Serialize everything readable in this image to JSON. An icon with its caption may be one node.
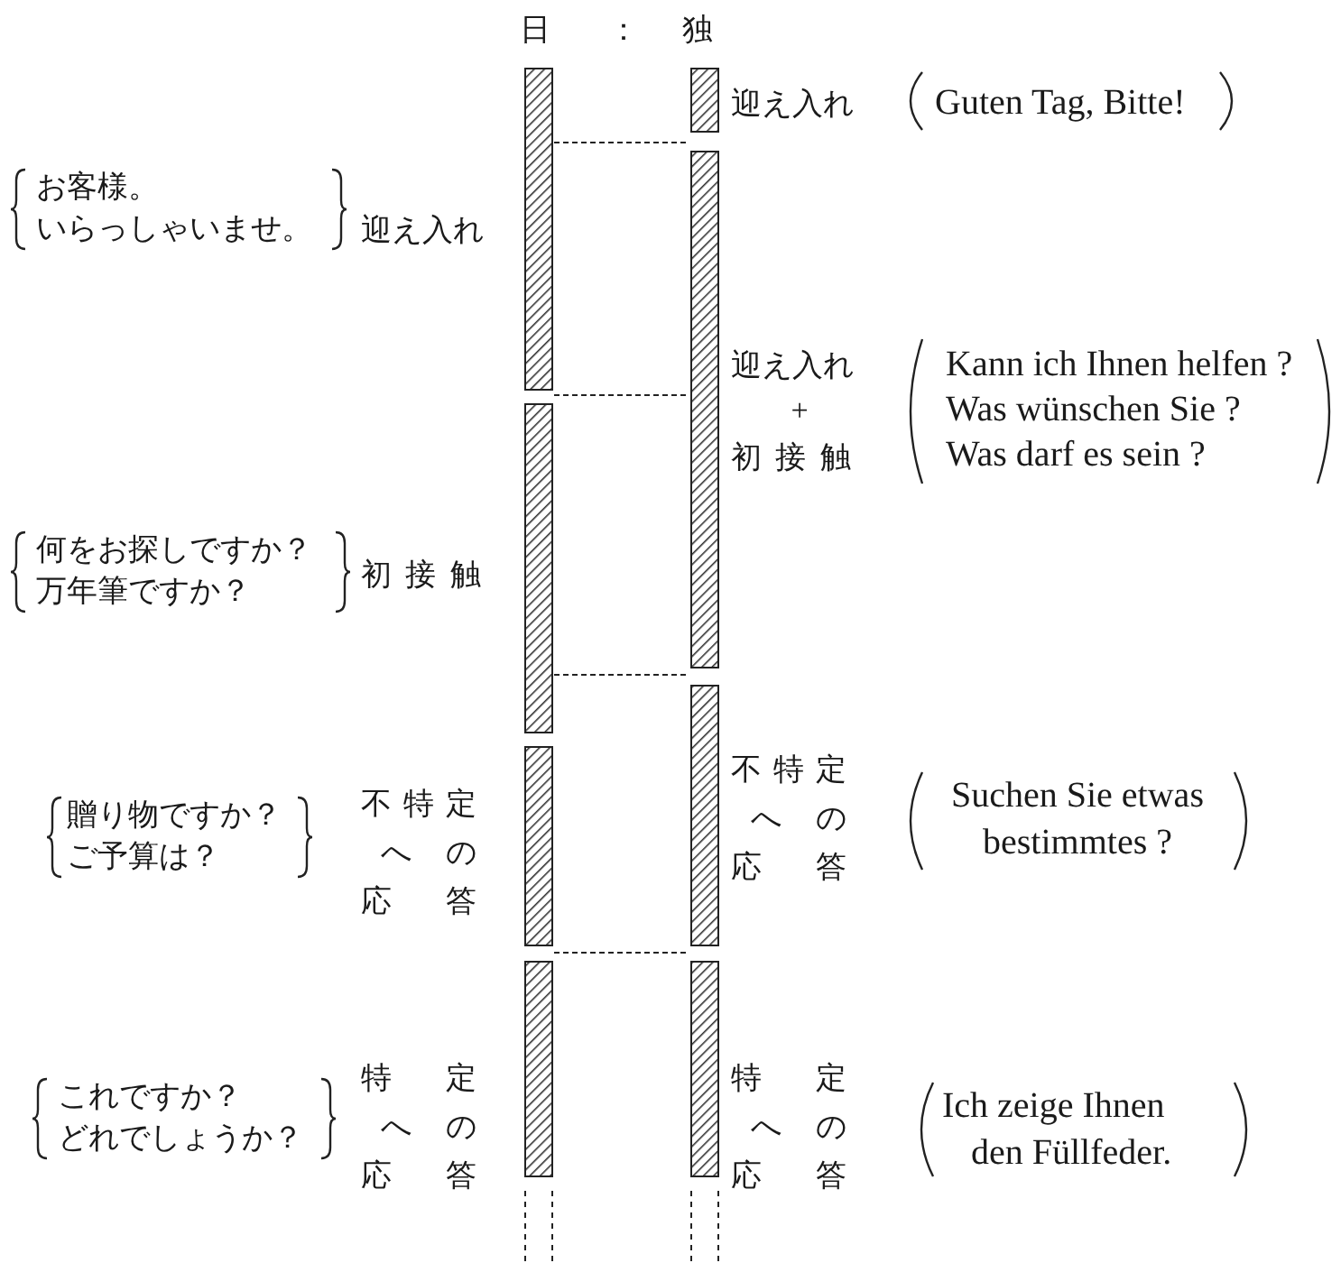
{
  "diagram": {
    "labels": [
      "日",
      "：",
      "独",
      "迎え入れ",
      "Guten Tag, Bitte!",
      "お客様。いらっしゃいませ。",
      "迎え入れ",
      "迎え入れ",
      "+",
      "初接触",
      "Kann ich Ihnen helfen ? Was wünschen Sie ? Was darf es sein ?",
      "何をお探しですか？万年筆ですか？",
      "初接触",
      "不特定への応答",
      "Suchen Sie etwas bestimmtes ?",
      "贈り物ですか？ご予算は？",
      "不特定への応答",
      "これですか？どれでしょうか？",
      "特定への応答",
      "特定への応答",
      "Ich zeige Ihnen den Füllfeder."
    ]
  }
}
